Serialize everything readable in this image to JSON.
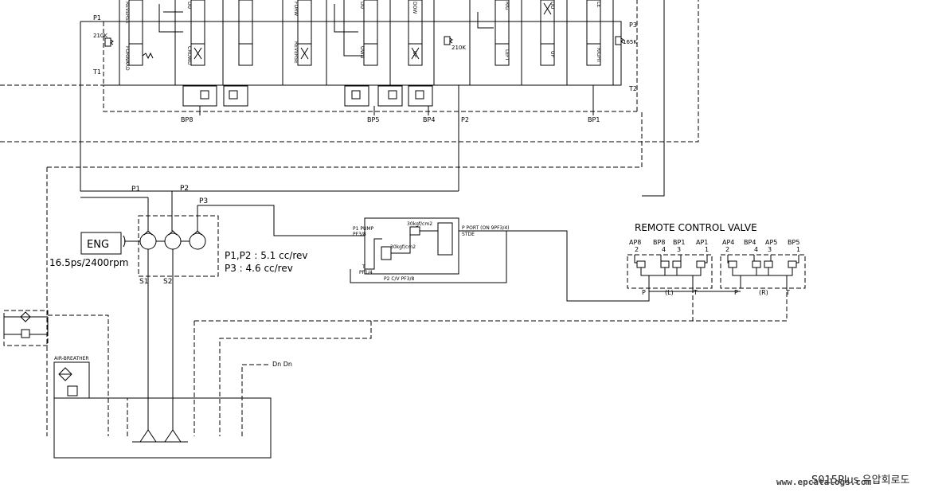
{
  "control_valve": {
    "ports_left": [
      "P1",
      "T1"
    ],
    "ports_right": [
      "P3",
      "T2"
    ],
    "relief_left": "210K",
    "relief_mid": "210K",
    "relief_right": "165K",
    "spools": [
      {
        "top": "REVERSE",
        "bottom": "FORWARD"
      },
      {
        "top": "DU",
        "bottom": "CROWD"
      },
      {
        "top": "",
        "bottom": ""
      },
      {
        "top": "FORW",
        "bottom": "REVERSE"
      },
      {
        "top": "DU",
        "bottom": "OWN"
      },
      {
        "top": "DOW",
        "bottom": "UP"
      },
      {
        "top": "RIG",
        "bottom": "LEFT"
      },
      {
        "top": "DO",
        "bottom": "UP"
      },
      {
        "top": "LE",
        "bottom": "RIGHT"
      }
    ],
    "pilot_ports": [
      "BP8",
      "BP5",
      "BP4",
      "P2",
      "BP1"
    ]
  },
  "pump": {
    "engine_label": "ENG",
    "engine_spec": "16.5ps/2400rpm",
    "port_labels": [
      "P1",
      "P2",
      "P3"
    ],
    "suction_labels": [
      "S1",
      "S2"
    ],
    "spec_line1": "P1,P2 : 5.1  cc/rev",
    "spec_line2": "P3 : 4.6  cc/rev"
  },
  "pilot_block": {
    "p_pump": "P1 PUMP",
    "p_pump_sub": "PF3/8",
    "p_port": "P PORT (ON 9PF3/4)",
    "p_port_sub": "STDE",
    "setting1": "30kgf/cm2",
    "setting2": "30kgf/cm2",
    "t_label": "T",
    "t_sub": "PF1/4",
    "bottom_label": "P2 C/V PF3/8"
  },
  "remote_control_valve": {
    "title": "REMOTE  CONTROL  VALVE",
    "left": {
      "ports": [
        "AP8",
        "BP8",
        "BP1",
        "AP1"
      ],
      "numbers": [
        "2",
        "4",
        "3",
        "1"
      ],
      "side": "(L)",
      "p": "P",
      "t": "T"
    },
    "right": {
      "ports": [
        "AP4",
        "BP4",
        "AP5",
        "BP5"
      ],
      "numbers": [
        "2",
        "4",
        "3",
        "1"
      ],
      "side": "(R)",
      "p": "P",
      "t": "T"
    }
  },
  "tank": {
    "breather": "AIR-BREATHER",
    "drain": "Dn  Dn"
  },
  "footer": {
    "title_block": "S015Plus 유압회로도",
    "watermark": "www.epcatalogs.com"
  }
}
